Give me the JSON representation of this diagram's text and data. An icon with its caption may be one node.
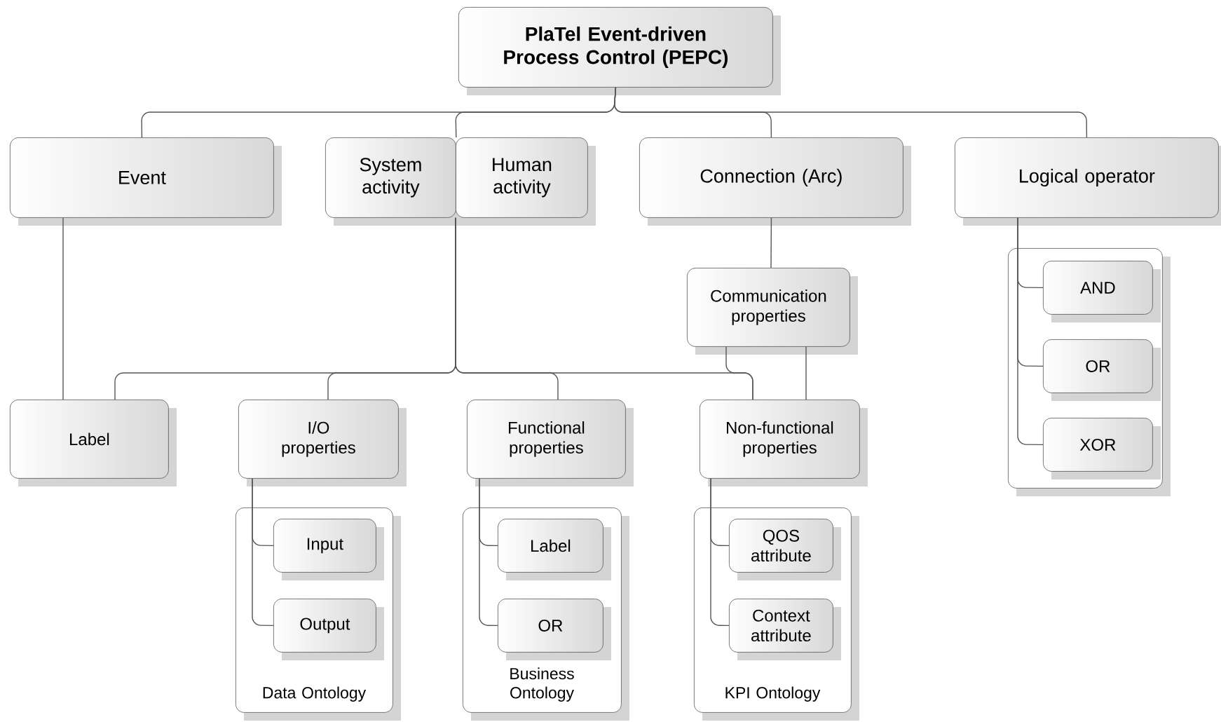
{
  "diagram": {
    "nodes": [
      {
        "text": [
          "PlaTel Event-driven Process Control (PEPC)"
        ]
      },
      {
        "text": [
          "Event"
        ]
      },
      {
        "text": [
          "System activity"
        ]
      },
      {
        "text": [
          "Human activity"
        ]
      },
      {
        "text": [
          "Connection (Arc)"
        ]
      },
      {
        "text": [
          "Logical operator"
        ]
      },
      {
        "text": [
          "Communication properties"
        ]
      },
      {
        "text": [
          "Label"
        ]
      },
      {
        "text": [
          "I/O properties"
        ]
      },
      {
        "text": [
          "Functional properties"
        ]
      },
      {
        "text": [
          "Non-functional properties"
        ]
      },
      {
        "text": [
          "Data Ontology"
        ]
      },
      {
        "text": [
          "Input"
        ],
        "in": 11
      },
      {
        "text": [
          "Output"
        ],
        "in": 11
      },
      {
        "text": [
          "Business Ontology"
        ]
      },
      {
        "text": [
          "Label"
        ],
        "in": 14
      },
      {
        "text": [
          "OR"
        ],
        "in": 14
      },
      {
        "text": [
          "KPI Ontology"
        ]
      },
      {
        "text": [
          "QOS attribute"
        ],
        "in": 17
      },
      {
        "text": [
          "Context attribute"
        ],
        "in": 17
      },
      {
        "text": [],
        "shape": "box"
      },
      {
        "text": [
          "AND"
        ],
        "in": 20
      },
      {
        "text": [
          "OR"
        ],
        "in": 20
      },
      {
        "text": [
          "XOR"
        ],
        "in": 20
      }
    ],
    "edges": [
      {
        "from": 0,
        "to": 1,
        "arrow": "none"
      },
      {
        "from": 0,
        "to": 2,
        "arrow": "none"
      },
      {
        "from": 0,
        "to": 3,
        "arrow": "none"
      },
      {
        "from": 0,
        "to": 4,
        "arrow": "none"
      },
      {
        "from": 0,
        "to": 5,
        "arrow": "none"
      },
      {
        "from": 1,
        "to": 7,
        "arrow": "none"
      },
      {
        "from": 3,
        "to": 7,
        "arrow": "none"
      },
      {
        "from": 3,
        "to": 8,
        "arrow": "none"
      },
      {
        "from": 3,
        "to": 9,
        "arrow": "none"
      },
      {
        "from": 3,
        "to": 10,
        "arrow": "none"
      },
      {
        "from": 4,
        "to": 6,
        "arrow": "none"
      },
      {
        "from": 6,
        "to": 10,
        "arrow": "none"
      },
      {
        "from": 6,
        "to": 10,
        "arrow": "none"
      },
      {
        "from": 5,
        "to": 21,
        "arrow": "none"
      },
      {
        "from": 5,
        "to": 22,
        "arrow": "none"
      },
      {
        "from": 5,
        "to": 23,
        "arrow": "none"
      },
      {
        "from": 8,
        "to": 12,
        "arrow": "none"
      },
      {
        "from": 8,
        "to": 13,
        "arrow": "none"
      },
      {
        "from": 9,
        "to": 15,
        "arrow": "none"
      },
      {
        "from": 9,
        "to": 16,
        "arrow": "none"
      },
      {
        "from": 10,
        "to": 18,
        "arrow": "none"
      },
      {
        "from": 10,
        "to": 19,
        "arrow": "none"
      }
    ]
  }
}
